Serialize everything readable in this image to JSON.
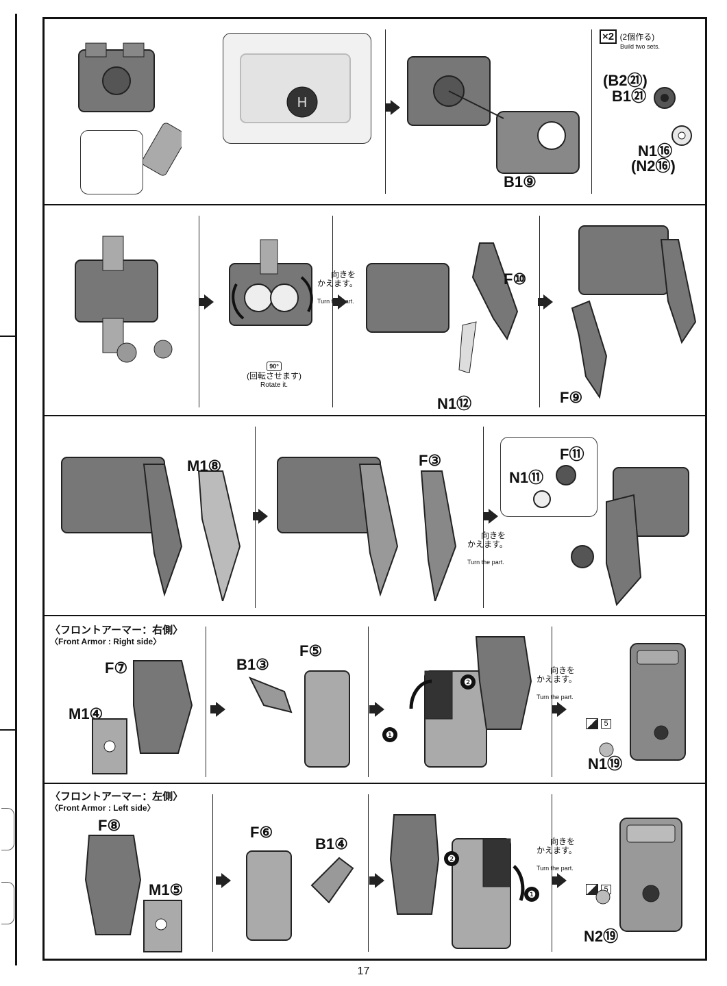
{
  "page_number": "17",
  "rows": {
    "r1": {
      "build_two": {
        "badge": "×2",
        "jp": "(2個作る)",
        "en": "Build two sets."
      },
      "parts": [
        "B1⑨",
        "(B2㉑)",
        "B1㉑",
        "N1⑯",
        "(N2⑯)"
      ]
    },
    "r2": {
      "rotate": {
        "badge": "90°",
        "jp": "(回転させます)",
        "en": "Rotate it."
      },
      "turn": {
        "jp": "向きを\nかえます。",
        "en": "Turn the part."
      },
      "parts": [
        "F⑩",
        "N1⑫",
        "F⑨"
      ]
    },
    "r3": {
      "turn": {
        "jp": "向きを\nかえます。",
        "en": "Turn the part."
      },
      "parts": [
        "M1⑧",
        "F③",
        "F⑪",
        "N1⑪"
      ]
    },
    "r4": {
      "heading_jp": "〈フロントアーマー：右側〉",
      "heading_en": "〈Front Armor : Right side〉",
      "turn": {
        "jp": "向きを\nかえます。",
        "en": "Turn the part."
      },
      "parts": [
        "F⑦",
        "M1④",
        "B1③",
        "F⑤",
        "N1⑲"
      ],
      "steps": [
        "❶",
        "❷"
      ],
      "sticker": "5"
    },
    "r5": {
      "heading_jp": "〈フロントアーマー：左側〉",
      "heading_en": "〈Front Armor : Left side〉",
      "turn": {
        "jp": "向きを\nかえます。",
        "en": "Turn the part."
      },
      "parts": [
        "F⑧",
        "M1⑤",
        "F⑥",
        "B1④",
        "N2⑲"
      ],
      "steps": [
        "❷",
        "❶"
      ],
      "sticker": "5"
    }
  }
}
